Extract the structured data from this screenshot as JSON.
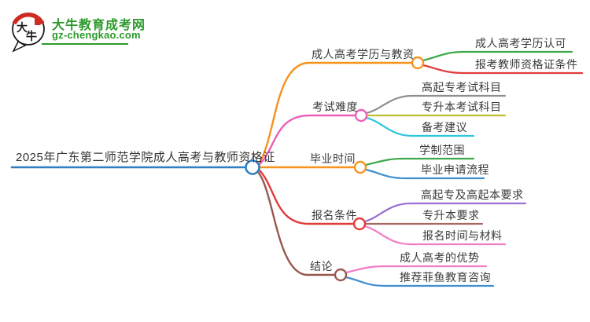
{
  "logo": {
    "title": "大牛教育成考网",
    "subtitle": "gz-chengkao.com",
    "icon_char_1": "大",
    "icon_char_2": "牛",
    "green": "#2b9a2b",
    "red": "#ce2b23"
  },
  "mindmap": {
    "root": "2025年广东第二师范学院成人高考与教师资格证",
    "root_color": "#2e7fc4",
    "text_color": "#3a3a3a",
    "branches": [
      {
        "label": "成人高考学历与教资",
        "color": "#f6921e",
        "children": [
          {
            "label": "成人高考学历认可",
            "color": "#3da84a"
          },
          {
            "label": "报考教师资格证条件",
            "color": "#e23b3b"
          }
        ]
      },
      {
        "label": "考试难度",
        "color": "#ee5fb8",
        "children": [
          {
            "label": "高起专考试科目",
            "color": "#8f8f8f"
          },
          {
            "label": "专升本考试科目",
            "color": "#bebe33"
          },
          {
            "label": "备考建议",
            "color": "#2ec6de"
          }
        ]
      },
      {
        "label": "毕业时间",
        "color": "#f6921e",
        "children": [
          {
            "label": "学制范围",
            "color": "#3da84a"
          },
          {
            "label": "毕业申请流程",
            "color": "#418fd1"
          }
        ]
      },
      {
        "label": "报名条件",
        "color": "#e23b3b",
        "children": [
          {
            "label": "高起专及高起本要求",
            "color": "#9b6fd3"
          },
          {
            "label": "专升本要求",
            "color": "#a4695f"
          },
          {
            "label": "报名时间与材料",
            "color": "#f17cc6"
          }
        ]
      },
      {
        "label": "结论",
        "color": "#99584e",
        "children": [
          {
            "label": "成人高考的优势",
            "color": "#f17cc6"
          },
          {
            "label": "推荐菲鱼教育咨询",
            "color": "#418fd1"
          }
        ]
      }
    ]
  }
}
